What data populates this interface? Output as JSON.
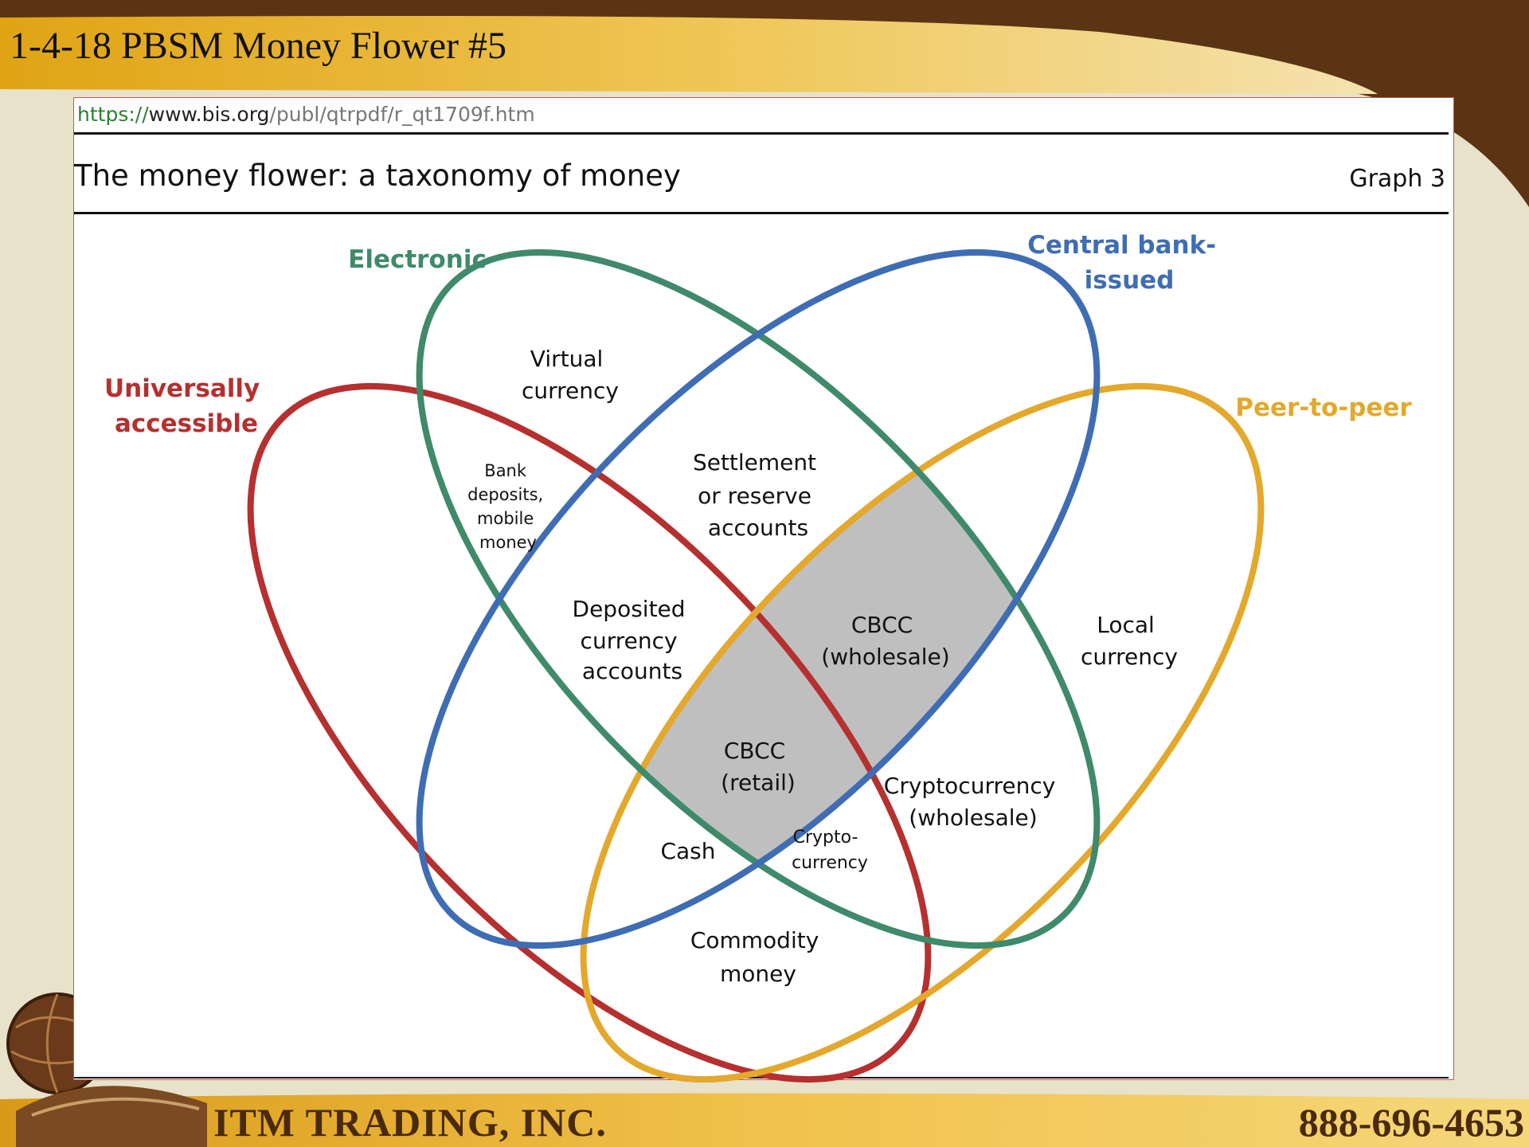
{
  "slide": {
    "title": "1-4-18 PBSM Money Flower #5",
    "company": "ITM TRADING, INC.",
    "phone": "888-696-4653"
  },
  "source": {
    "url_scheme": "https://",
    "url_host": "www.bis.org",
    "url_path": "/publ/qtrpdf/r_qt1709f.htm"
  },
  "diagram": {
    "title": "The money flower: a taxonomy of money",
    "graph_number": "Graph 3",
    "sets": [
      {
        "id": "universally",
        "lines": [
          "Universally",
          "accessible"
        ],
        "color": "#b5302f"
      },
      {
        "id": "electronic",
        "lines": [
          "Electronic"
        ],
        "color": "#3f8a6a"
      },
      {
        "id": "central",
        "lines": [
          "Central bank-",
          "issued"
        ],
        "color": "#3f6db4"
      },
      {
        "id": "p2p",
        "lines": [
          "Peer-to-peer"
        ],
        "color": "#e3a82c"
      }
    ],
    "regions": [
      {
        "id": "virtual",
        "lines": [
          "Virtual",
          "currency"
        ]
      },
      {
        "id": "bank-deposits",
        "lines": [
          "Bank",
          "deposits,",
          "mobile",
          "money"
        ]
      },
      {
        "id": "settlement",
        "lines": [
          "Settlement",
          "or reserve",
          "accounts"
        ]
      },
      {
        "id": "deposited",
        "lines": [
          "Deposited",
          "currency",
          "accounts"
        ]
      },
      {
        "id": "cbcc-wholesale",
        "lines": [
          "CBCC",
          "(wholesale)"
        ]
      },
      {
        "id": "local",
        "lines": [
          "Local",
          "currency"
        ]
      },
      {
        "id": "cbcc-retail",
        "lines": [
          "CBCC",
          "(retail)"
        ]
      },
      {
        "id": "crypto-wholesale",
        "lines": [
          "Cryptocurrency",
          "(wholesale)"
        ]
      },
      {
        "id": "cash",
        "lines": [
          "Cash"
        ]
      },
      {
        "id": "crypto",
        "lines": [
          "Crypto-",
          "currency"
        ]
      },
      {
        "id": "commodity",
        "lines": [
          "Commodity",
          "money"
        ]
      }
    ],
    "highlight_color": "#bfbfbf"
  }
}
